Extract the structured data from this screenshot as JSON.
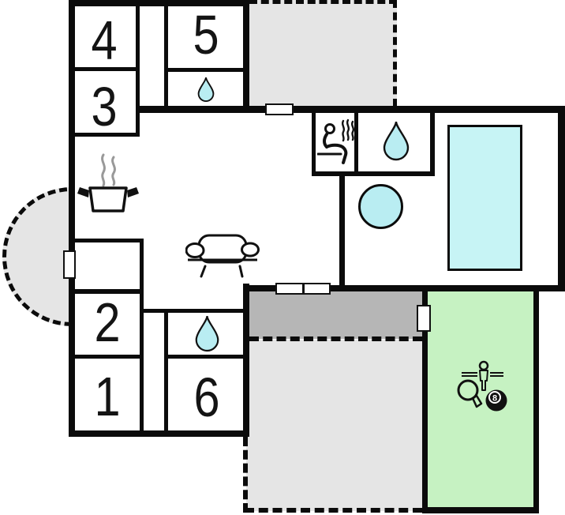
{
  "rooms": {
    "r1": "1",
    "r2": "2",
    "r3": "3",
    "r4": "4",
    "r5": "5",
    "r6": "6"
  },
  "games_room": {
    "eight_ball_label": "8"
  },
  "colors": {
    "wall": "#0b0b0b",
    "outline": "#111111",
    "water": "#b9edf2",
    "pool_water": "#c7f4f5",
    "games_green": "#c6f2c2",
    "terrace_light": "#e5e5e5",
    "terrace_dark": "#b6b6b6",
    "steam_gray": "#999999"
  },
  "icons": {
    "water_drop": "teardrop (bathroom/shower)",
    "sauna": "person-on-bench-with-steam",
    "cooking_pot": "pot-with-steam (kitchen)",
    "sofa": "sofa (living room)",
    "hot_tub": "round-tub",
    "swimming_pool": "rectangular-pool",
    "table_tennis": "paddle",
    "foosball": "figure-on-rod",
    "billiards": "eight-ball"
  }
}
